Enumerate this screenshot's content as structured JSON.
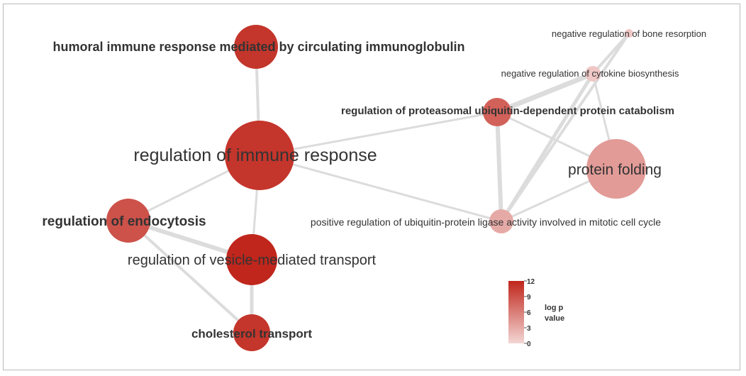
{
  "nodes": [
    {
      "id": "humoral",
      "label": "humoral immune response mediated by circulating immunoglobulin",
      "value": 11
    },
    {
      "id": "immune",
      "label": "regulation of immune response",
      "value": 11
    },
    {
      "id": "endocytosis",
      "label": "regulation of endocytosis",
      "value": 9
    },
    {
      "id": "vesicle",
      "label": "regulation of vesicle-mediated transport",
      "value": 12
    },
    {
      "id": "cholesterol",
      "label": "cholesterol transport",
      "value": 11
    },
    {
      "id": "bone",
      "label": "negative regulation of bone resorption",
      "value": 1
    },
    {
      "id": "cytokine",
      "label": "negative regulation of cytokine biosynthesis",
      "value": 1
    },
    {
      "id": "proteasomal",
      "label": "regulation of proteasomal ubiquitin-dependent protein catabolism",
      "value": 8
    },
    {
      "id": "folding",
      "label": "protein folding",
      "value": 4
    },
    {
      "id": "ligase",
      "label": "positive regulation of ubiquitin-protein ligase activity involved in mitotic cell cycle",
      "value": 3
    }
  ],
  "edges": [
    [
      "humoral",
      "immune"
    ],
    [
      "immune",
      "vesicle"
    ],
    [
      "immune",
      "endocytosis"
    ],
    [
      "immune",
      "proteasomal"
    ],
    [
      "immune",
      "ligase"
    ],
    [
      "endocytosis",
      "vesicle"
    ],
    [
      "endocytosis",
      "cholesterol"
    ],
    [
      "vesicle",
      "cholesterol"
    ],
    [
      "proteasomal",
      "cytokine"
    ],
    [
      "proteasomal",
      "folding"
    ],
    [
      "proteasomal",
      "ligase"
    ],
    [
      "cytokine",
      "bone"
    ],
    [
      "cytokine",
      "folding"
    ],
    [
      "cytokine",
      "ligase"
    ],
    [
      "folding",
      "ligase"
    ],
    [
      "bone",
      "ligase"
    ]
  ],
  "legend": {
    "title_line1": "log p",
    "title_line2": "value",
    "ticks": [
      "12",
      "9",
      "6",
      "3",
      "0"
    ],
    "min": 0,
    "max": 12,
    "color_high": "#c0261c",
    "color_low": "#f3d6d4"
  }
}
